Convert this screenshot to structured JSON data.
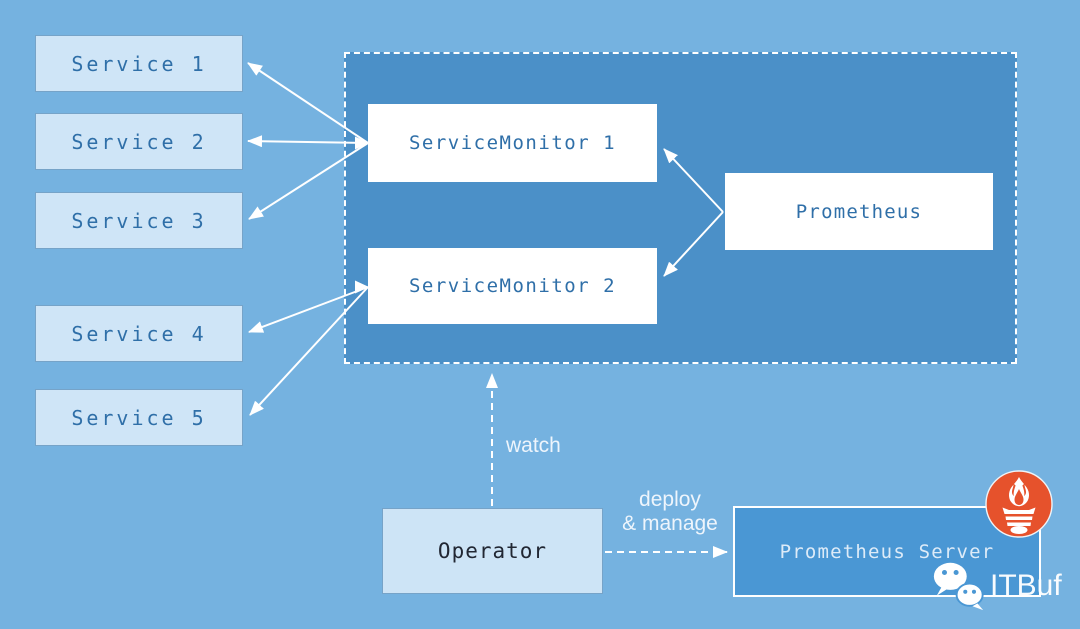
{
  "nodes": {
    "services": [
      "Service 1",
      "Service 2",
      "Service 3",
      "Service 4",
      "Service 5"
    ],
    "service_monitors": [
      "ServiceMonitor 1",
      "ServiceMonitor 2"
    ],
    "prometheus": "Prometheus",
    "operator": "Operator",
    "prometheus_server": "Prometheus Server"
  },
  "edge_labels": {
    "watch": "watch",
    "deploy_line1": "deploy",
    "deploy_line2": "& manage"
  },
  "watermark": {
    "text": "ITBuf",
    "icon": "wechat-icon"
  },
  "icons": {
    "prometheus_logo": "prometheus-flame-icon",
    "watermark_logo": "wechat-icon"
  },
  "colors": {
    "background": "#75b2e0",
    "panel_fill": "#4b90c8",
    "panel_border": "#ffffff",
    "service_fill": "#cfe5f7",
    "service_border": "#76a3c8",
    "node_text_blue": "#2f6fa8",
    "monitor_fill": "#ffffff",
    "operator_fill": "#cde4f6",
    "operator_text": "#212733",
    "server_fill": "#4a97d4",
    "server_text": "#ddebf8",
    "arrow_color": "#ffffff",
    "prometheus_orange": "#e6522c"
  }
}
